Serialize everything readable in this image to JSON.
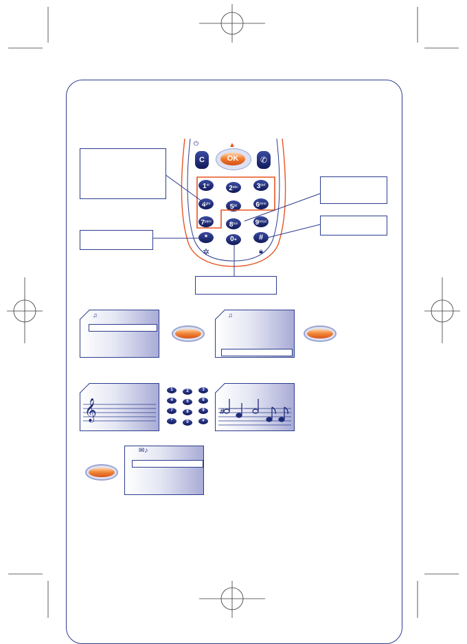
{
  "keypad": {
    "ok_label": "OK",
    "clear_label": "C",
    "keys": [
      {
        "digit": "1",
        "sub": "✉"
      },
      {
        "digit": "2",
        "sub": "abc"
      },
      {
        "digit": "3",
        "sub": "def"
      },
      {
        "digit": "4",
        "sub": "ghi"
      },
      {
        "digit": "5",
        "sub": "jkl"
      },
      {
        "digit": "6",
        "sub": "mno"
      },
      {
        "digit": "7",
        "sub": "pqrs"
      },
      {
        "digit": "8",
        "sub": "tuv"
      },
      {
        "digit": "9",
        "sub": "wxyz"
      }
    ],
    "star_label": "*",
    "zero_label": "0",
    "zero_sub": "+",
    "hash_label": "#"
  },
  "mini_keypad": [
    "1",
    "2",
    "3",
    "4",
    "5",
    "6",
    "7",
    "8",
    "9",
    "*",
    "0",
    "#"
  ],
  "colors": {
    "navy": "#2a3a8c",
    "orange": "#e8521e",
    "key_fill": "#1e2a78"
  },
  "icons": [
    "melody-icon",
    "clef-icon",
    "notes-icon",
    "envelope-music-icon",
    "settings-icon",
    "lock-icon",
    "power-icon",
    "call-icon"
  ]
}
